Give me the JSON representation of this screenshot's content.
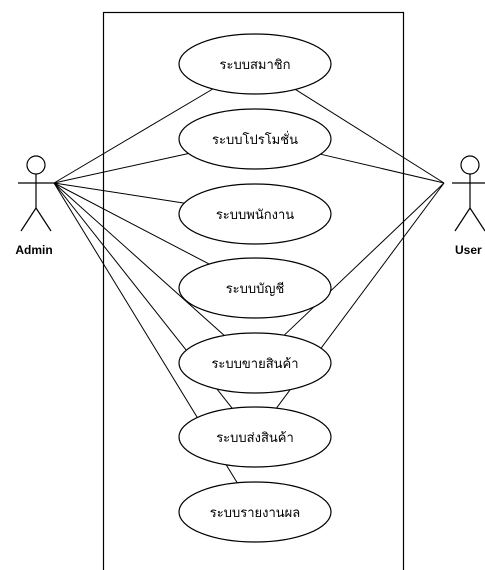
{
  "actors": [
    {
      "id": "admin",
      "label": "Admin"
    },
    {
      "id": "user",
      "label": "User"
    }
  ],
  "use_cases": [
    {
      "id": "uc1",
      "label": "ระบบสมาชิก"
    },
    {
      "id": "uc2",
      "label": "ระบบโปรโมชั่น"
    },
    {
      "id": "uc3",
      "label": "ระบบพนักงาน"
    },
    {
      "id": "uc4",
      "label": "ระบบบัญชี"
    },
    {
      "id": "uc5",
      "label": "ระบบขายสินค้า"
    },
    {
      "id": "uc6",
      "label": "ระบบส่งสินค้า"
    },
    {
      "id": "uc7",
      "label": "ระบบรายงานผล"
    }
  ],
  "associations": [
    {
      "actor": "admin",
      "use_case": "uc1"
    },
    {
      "actor": "admin",
      "use_case": "uc2"
    },
    {
      "actor": "admin",
      "use_case": "uc3"
    },
    {
      "actor": "admin",
      "use_case": "uc4"
    },
    {
      "actor": "admin",
      "use_case": "uc5"
    },
    {
      "actor": "admin",
      "use_case": "uc6"
    },
    {
      "actor": "admin",
      "use_case": "uc7"
    },
    {
      "actor": "user",
      "use_case": "uc1"
    },
    {
      "actor": "user",
      "use_case": "uc2"
    },
    {
      "actor": "user",
      "use_case": "uc5"
    },
    {
      "actor": "user",
      "use_case": "uc6"
    }
  ]
}
